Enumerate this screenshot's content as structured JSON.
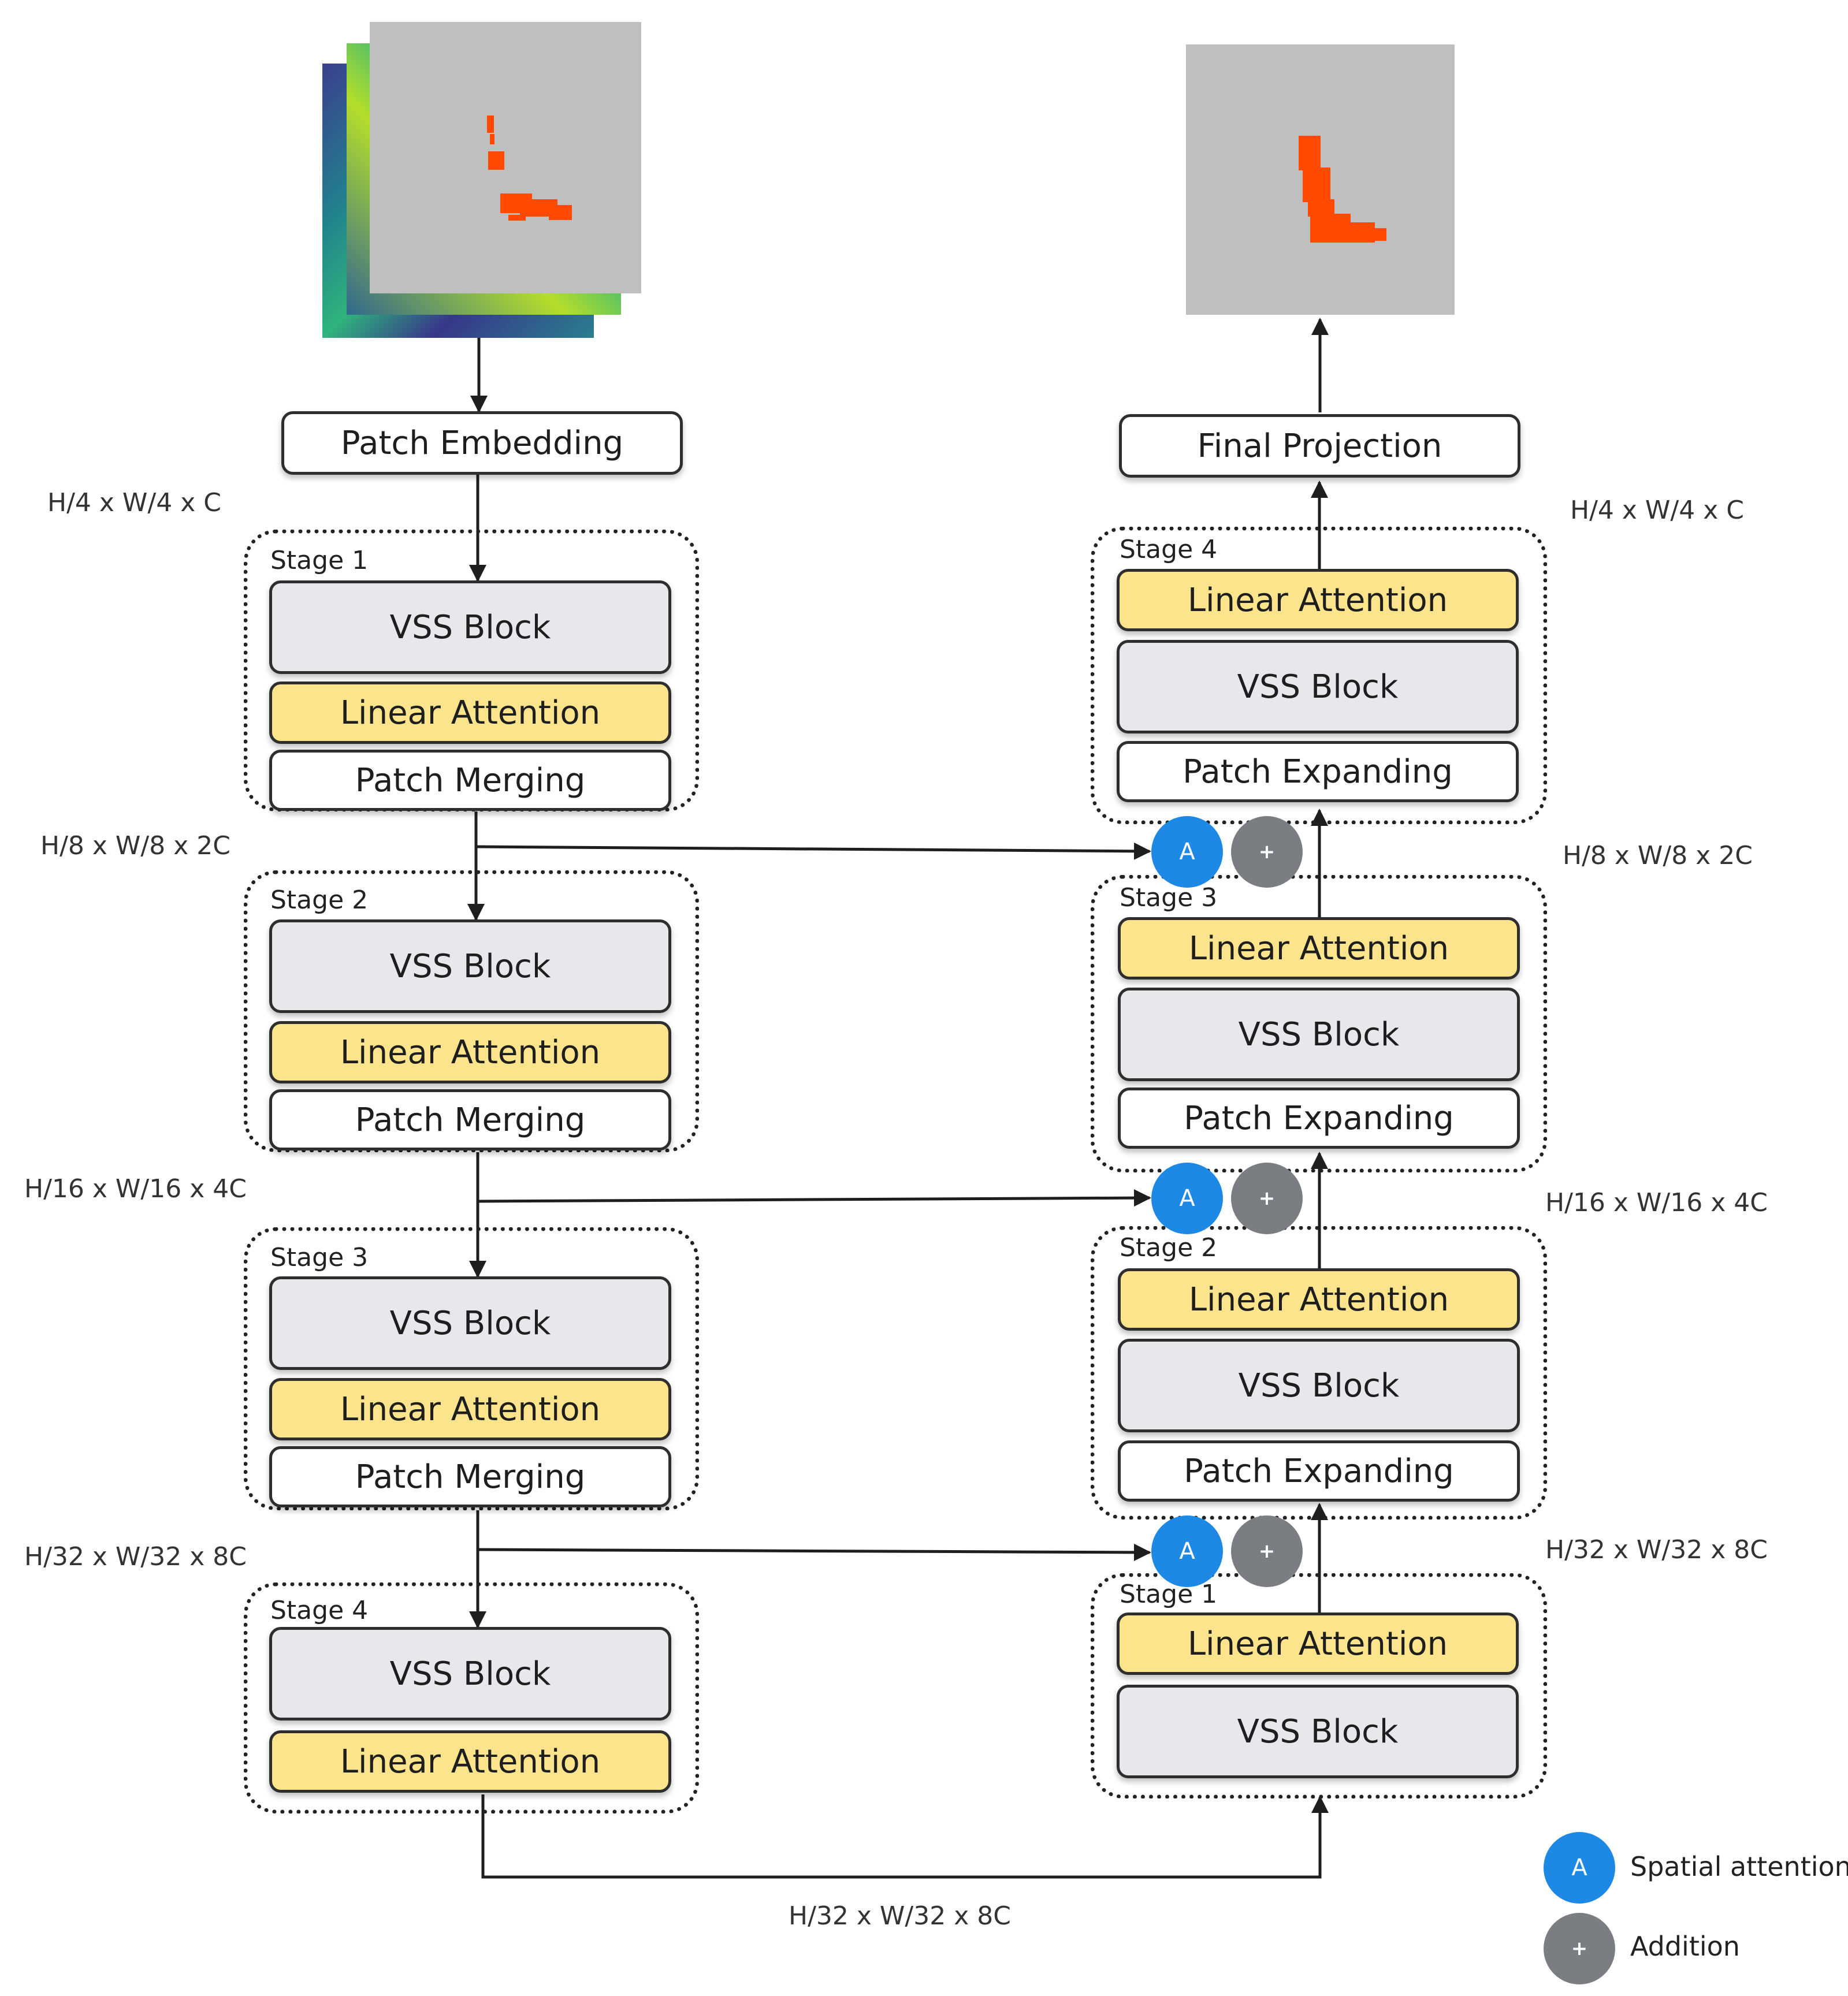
{
  "colors": {
    "vss_block": "#e6e8eb",
    "linear_attention": "#fce48c",
    "spatial_attention": "#1e88e5",
    "addition": "#7a7d82",
    "segmentation_mask": "#ff4a00",
    "image_background": "#bfbfbf"
  },
  "input": {
    "images": [
      "feature-heatmap-icon",
      "feature-heatmap-icon",
      "segmentation-mask-icon"
    ],
    "patch_embedding": "Patch Embedding"
  },
  "output": {
    "image": "segmentation-mask-icon",
    "final_projection": "Final Projection"
  },
  "encoder": {
    "dims": [
      "H/4 x W/4 x C",
      "H/8 x W/8 x 2C",
      "H/16 x W/16 x 4C",
      "H/32 x W/32 x 8C"
    ],
    "stages": [
      {
        "label": "Stage 1",
        "blocks": [
          "VSS Block",
          "Linear Attention",
          "Patch Merging"
        ]
      },
      {
        "label": "Stage 2",
        "blocks": [
          "VSS Block",
          "Linear Attention",
          "Patch Merging"
        ]
      },
      {
        "label": "Stage 3",
        "blocks": [
          "VSS Block",
          "Linear Attention",
          "Patch Merging"
        ]
      },
      {
        "label": "Stage 4",
        "blocks": [
          "VSS Block",
          "Linear Attention"
        ]
      }
    ]
  },
  "decoder": {
    "dims": [
      "H/4 x W/4 x C",
      "H/8 x W/8 x 2C",
      "H/16 x W/16 x 4C",
      "H/32 x W/32 x 8C"
    ],
    "stages": [
      {
        "label": "Stage 4",
        "blocks": [
          "Linear Attention",
          "VSS Block",
          "Patch Expanding"
        ]
      },
      {
        "label": "Stage 3",
        "blocks": [
          "Linear Attention",
          "VSS Block",
          "Patch Expanding"
        ]
      },
      {
        "label": "Stage 2",
        "blocks": [
          "Linear Attention",
          "VSS Block",
          "Patch Expanding"
        ]
      },
      {
        "label": "Stage 1",
        "blocks": [
          "Linear Attention",
          "VSS Block"
        ]
      }
    ]
  },
  "skip": {
    "attention_symbol": "A",
    "addition_symbol": "+"
  },
  "bottleneck_dim": "H/32 x W/32 x 8C",
  "legend": [
    {
      "symbol": "A",
      "label": "Spatial attention"
    },
    {
      "symbol": "+",
      "label": "Addition"
    }
  ]
}
